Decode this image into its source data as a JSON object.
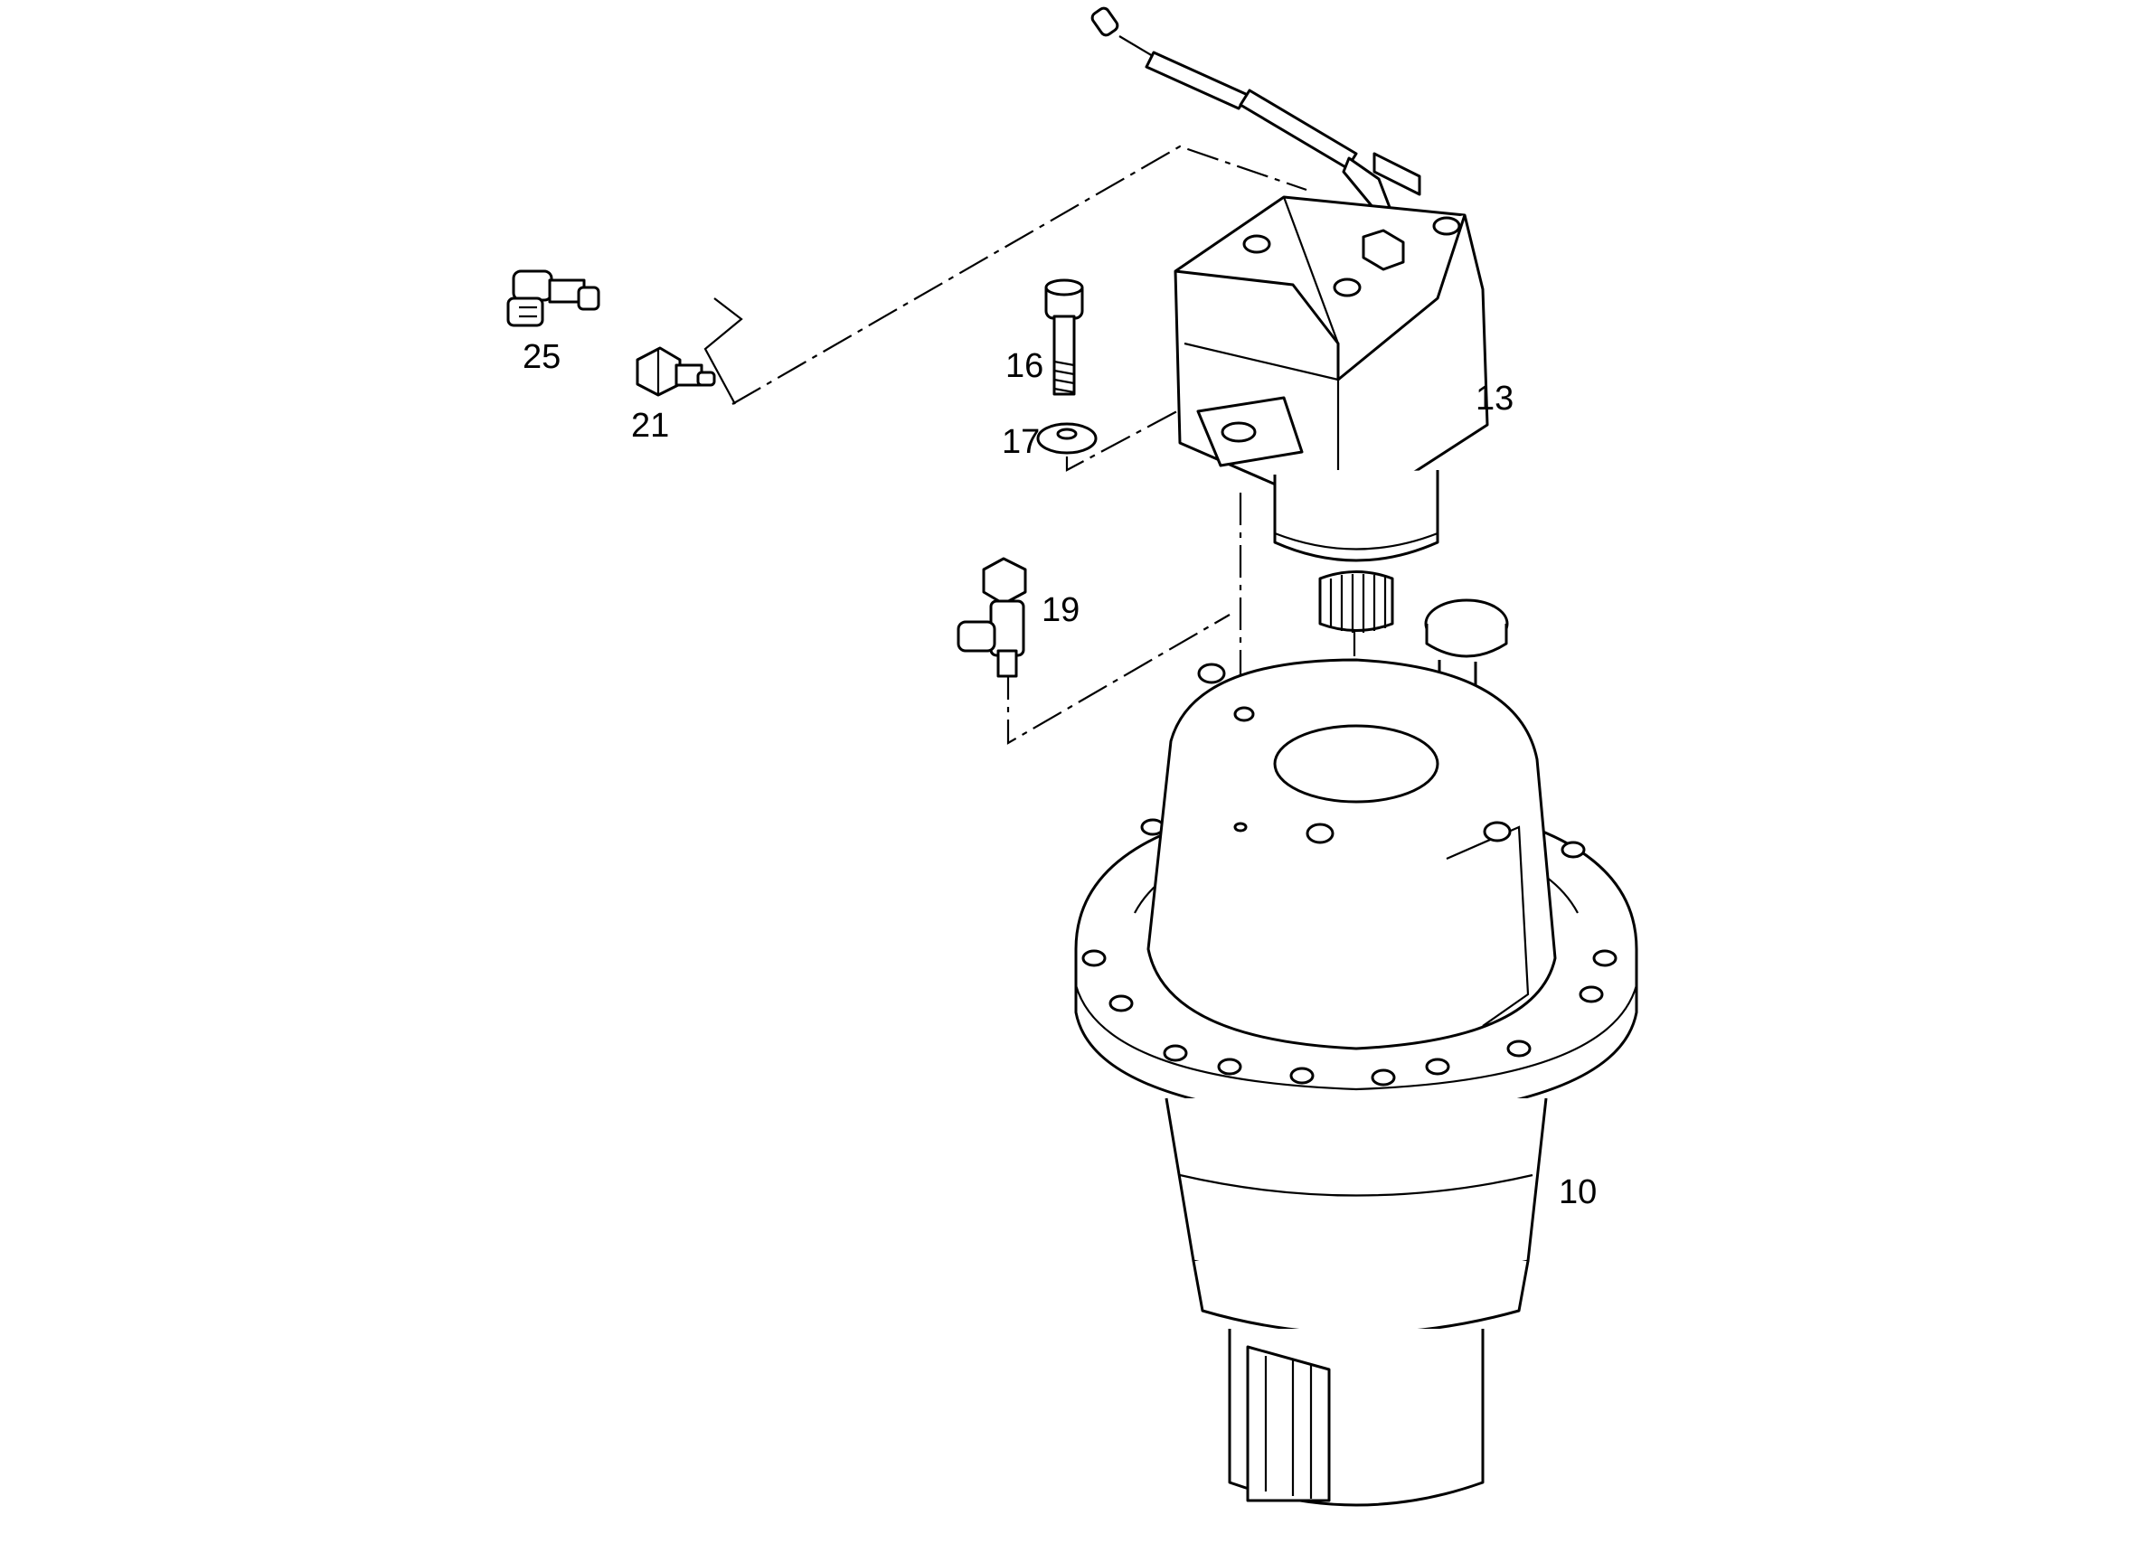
{
  "callouts": [
    {
      "id": "p10",
      "label": "10"
    },
    {
      "id": "p13",
      "label": "13"
    },
    {
      "id": "p16",
      "label": "16"
    },
    {
      "id": "p17",
      "label": "17"
    },
    {
      "id": "p19",
      "label": "19"
    },
    {
      "id": "p21",
      "label": "21"
    },
    {
      "id": "p25",
      "label": "25"
    }
  ]
}
